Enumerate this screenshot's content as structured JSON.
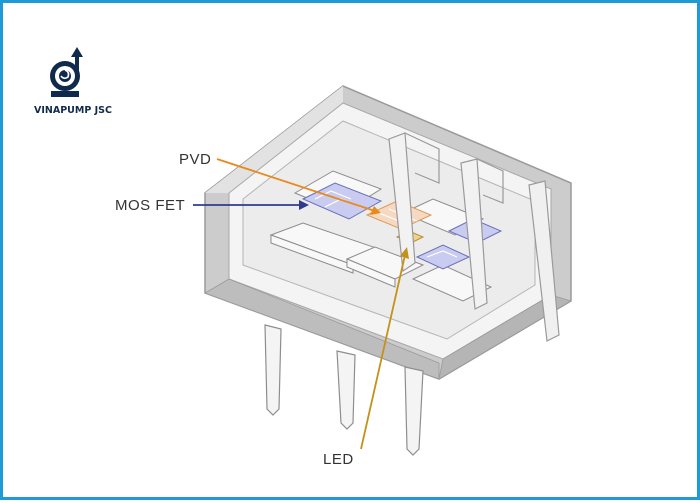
{
  "brand": {
    "name": "VINAPUMP JSC",
    "color": "#102a4c",
    "icon": "pump-logo-icon"
  },
  "frame": {
    "border_color": "#1e9ad6"
  },
  "labels": {
    "pvd": "PVD",
    "mosfet": "MOS FET",
    "led": "LED"
  },
  "colors": {
    "pvd_pointer": "#e88a1e",
    "mosfet_pointer": "#2e3b8f",
    "led_pointer": "#c4921a",
    "housing": "#cfcfcf",
    "chip_blue": "#c9ccf0",
    "chip_orange": "#f6d9c0"
  }
}
